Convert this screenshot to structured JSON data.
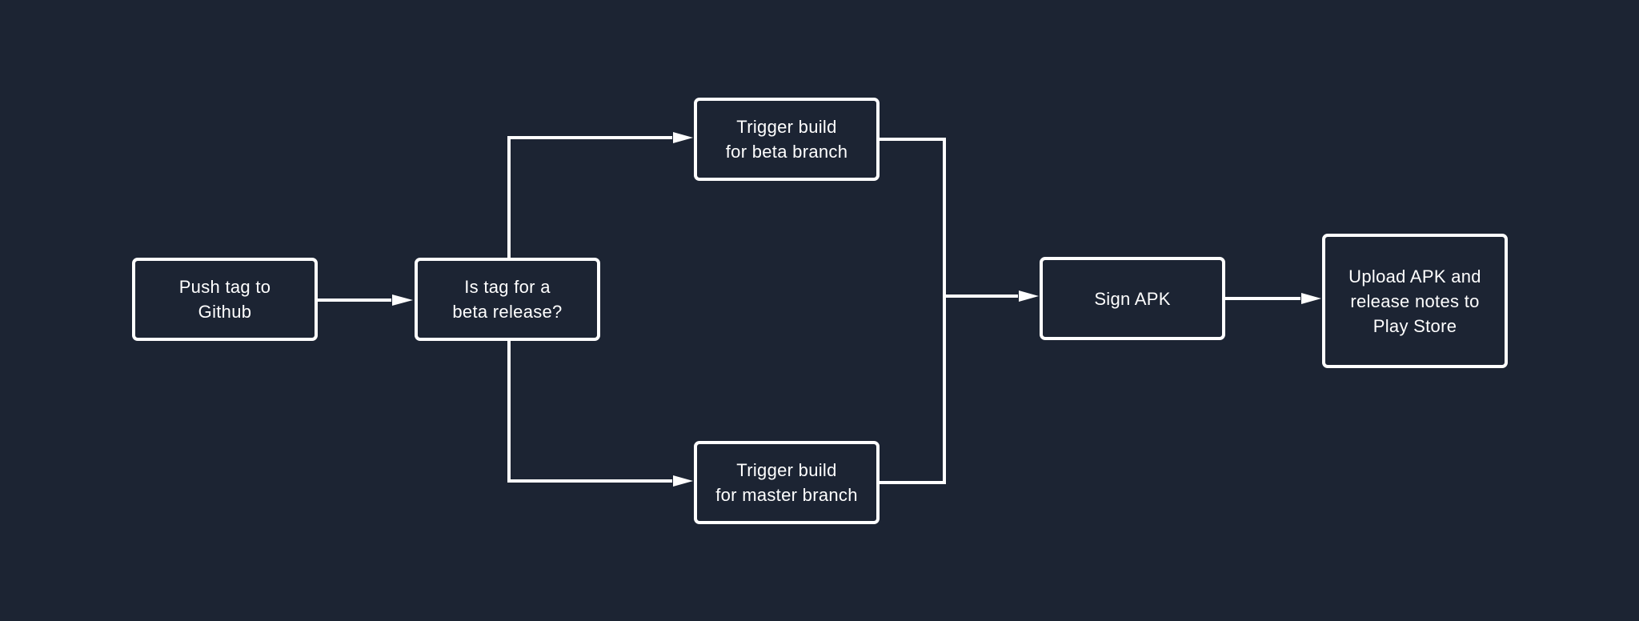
{
  "colors": {
    "background": "#1c2433",
    "stroke": "#ffffff",
    "text": "#ffffff"
  },
  "nodes": {
    "push_tag": "Push tag to\nGithub",
    "beta_decision": "Is tag for a\nbeta release?",
    "build_beta": "Trigger build\nfor beta branch",
    "build_master": "Trigger build\nfor master branch",
    "sign_apk": "Sign APK",
    "upload": "Upload APK and\nrelease notes to\nPlay Store"
  },
  "edges": [
    {
      "from": "push_tag",
      "to": "beta_decision"
    },
    {
      "from": "beta_decision",
      "to": "build_beta"
    },
    {
      "from": "beta_decision",
      "to": "build_master"
    },
    {
      "from": "build_beta",
      "to": "sign_apk"
    },
    {
      "from": "build_master",
      "to": "sign_apk"
    },
    {
      "from": "sign_apk",
      "to": "upload"
    }
  ]
}
